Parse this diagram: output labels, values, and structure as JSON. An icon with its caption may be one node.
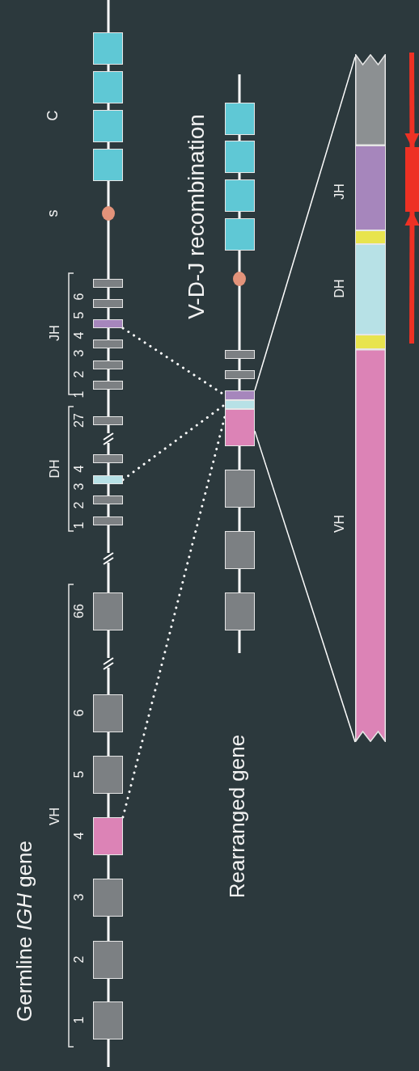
{
  "diagram": {
    "nodes": [
      {
        "text": [],
        "shape": "box"
      },
      {
        "text": [],
        "shape": "box"
      },
      {
        "text": [],
        "shape": "box"
      },
      {
        "text": [],
        "shape": "box"
      },
      {
        "text": [],
        "shape": "box"
      },
      {
        "text": [],
        "shape": "box"
      },
      {
        "text": [],
        "shape": "box"
      },
      {
        "text": [],
        "shape": "box"
      },
      {
        "text": [],
        "shape": "box"
      },
      {
        "text": [],
        "shape": "box"
      },
      {
        "text": [],
        "shape": "box"
      },
      {
        "text": [],
        "shape": "box"
      },
      {
        "text": [],
        "shape": "box"
      },
      {
        "text": [],
        "shape": "box"
      },
      {
        "text": [],
        "shape": "box"
      },
      {
        "text": [],
        "shape": "box"
      },
      {
        "text": [],
        "shape": "box"
      },
      {
        "text": [],
        "shape": "box"
      },
      {
        "text": [],
        "shape": "circle"
      },
      {
        "text": [],
        "shape": "box"
      },
      {
        "text": [],
        "shape": "box"
      },
      {
        "text": [],
        "shape": "box"
      },
      {
        "text": [],
        "shape": "box"
      },
      {
        "text": [],
        "shape": "box"
      },
      {
        "text": [],
        "shape": "box"
      },
      {
        "text": [],
        "shape": "box"
      },
      {
        "text": [],
        "shape": "box"
      },
      {
        "text": [],
        "shape": "box"
      },
      {
        "text": [],
        "shape": "box"
      },
      {
        "text": [],
        "shape": "box"
      },
      {
        "text": [],
        "shape": "box"
      },
      {
        "text": [],
        "shape": "circle"
      },
      {
        "text": [],
        "shape": "box"
      },
      {
        "text": [],
        "shape": "box"
      },
      {
        "text": [],
        "shape": "box"
      },
      {
        "text": [],
        "shape": "box"
      },
      {
        "text": [],
        "shape": "bar"
      },
      {
        "text": [],
        "shape": "bar"
      },
      {
        "text": [],
        "shape": "bar"
      },
      {
        "text": [],
        "shape": "bar"
      },
      {
        "text": [],
        "shape": "bar"
      },
      {
        "text": [],
        "shape": "bar"
      },
      {
        "text": [],
        "shape": "bar"
      }
    ],
    "edges": [
      {
        "from": 3,
        "to": 26,
        "arrow": "none",
        "style": "dashed"
      },
      {
        "from": 9,
        "to": 27,
        "arrow": "none",
        "style": "dashed"
      },
      {
        "from": 15,
        "to": 28,
        "arrow": "none",
        "style": "dashed"
      },
      {
        "from": 28,
        "to": 41,
        "arrow": "none"
      },
      {
        "from": 26,
        "to": 36,
        "arrow": "none"
      },
      {
        "from": null,
        "to": 42,
        "arrow": "to",
        "style": "thick",
        "color": "#ee3124"
      },
      {
        "from": null,
        "to": 42,
        "arrow": "to",
        "style": "thick",
        "color": "#ee3124"
      }
    ],
    "labels": [
      "Germline *IGH* gene",
      "VH",
      "1",
      "2",
      "3",
      "4",
      "5",
      "6",
      "66",
      "DH",
      "1",
      "2",
      "3",
      "4",
      "27",
      "JH",
      "1",
      "2",
      "3",
      "4",
      "5",
      "6",
      "s",
      "C",
      "Rearranged gene",
      "V-D-J recombination",
      "VH",
      "DH",
      "JH"
    ]
  }
}
